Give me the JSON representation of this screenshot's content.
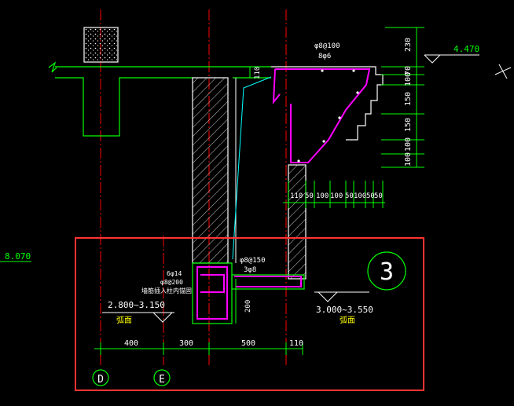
{
  "drawing": {
    "levels": {
      "top_right": "4.470",
      "left": "8.070",
      "left_range": "2.800~3.150",
      "left_note": "弧面",
      "right_range": "3.000~3.550",
      "right_note": "弧面"
    },
    "rebar": {
      "eave_main": "φ8@100",
      "eave_dist": "8φ6",
      "col_main": "6φ14",
      "col_tie": "φ8@200",
      "col_note": "墙筋插入柱内锚固",
      "beam_tie": "φ8@150",
      "beam_main": "3φ8"
    },
    "dims_right": [
      "230",
      "70",
      "100",
      "150",
      "150",
      "100",
      "100"
    ],
    "dims_step": [
      "110",
      "50",
      "100",
      "100",
      "50",
      "100",
      "50",
      "50"
    ],
    "dims_bottom": [
      "400",
      "300",
      "500",
      "110"
    ],
    "dims_misc": {
      "slab_110": "110",
      "beam_200": "200"
    },
    "section_mark": "3",
    "axes": [
      "D",
      "E"
    ]
  },
  "colors": {
    "background": "#000000",
    "concrete": "#ffffff",
    "dims": "#00ff00",
    "rebar": "#ff00ff",
    "axis": "#ff0000",
    "text": "#ffff00",
    "callout": "#00ffff",
    "highlight": "#ff3333"
  }
}
